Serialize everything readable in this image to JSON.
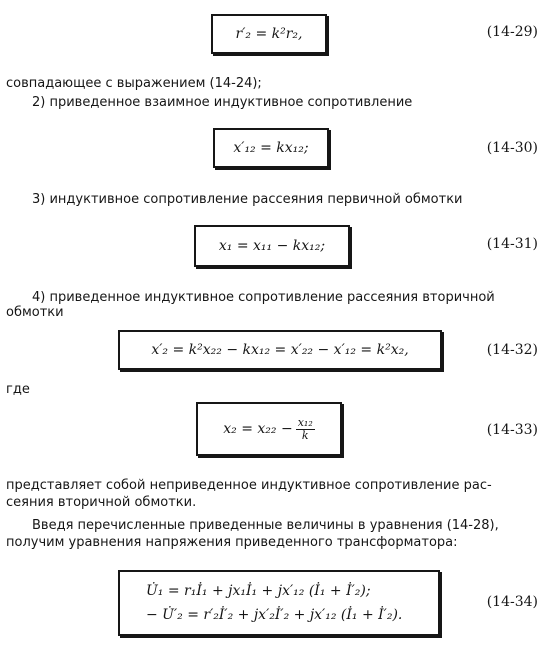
{
  "eq_1429": {
    "formula": "r′₂ = k²r₂,",
    "number": "(14-29)"
  },
  "text_after_1429": "совпадающее с выражением (14-24);",
  "item_2": "2) приведенное взаимное индуктивное сопротивление",
  "eq_1430": {
    "formula": "x′₁₂ = kx₁₂;",
    "number": "(14-30)"
  },
  "item_3": "3) индуктивное сопротивление рассеяния первичной обмотки",
  "eq_1431": {
    "formula": "x₁ = x₁₁ − kx₁₂;",
    "number": "(14-31)"
  },
  "item_4_line1": "4) приведенное индуктивное сопротивление рассеяния вторичной",
  "item_4_line2": "обмотки",
  "eq_1432": {
    "formula": "x′₂ = k²x₂₂ − kx₁₂ = x′₂₂ − x′₁₂ = k²x₂,",
    "number": "(14-32)"
  },
  "where": "где",
  "eq_1433": {
    "lhs": "x₂ = x₂₂ −",
    "frac_num": "x₁₂",
    "frac_den": "k",
    "number": "(14-33)"
  },
  "para_1_line1": "представляет собой неприведенное индуктивное сопротивление рас-",
  "para_1_line2": "сеяния вторичной обмотки.",
  "para_2_line1": "Введя перечисленные приведенные величины в уравнения (14-28),",
  "para_2_line2": "получим уравнения напряжения приведенного трансформатора:",
  "eq_1434": {
    "line1": "U̇₁ = r₁İ₁ + jx₁İ₁ + jx′₁₂ (İ₁ + İ′₂);",
    "line2": "− U̇′₂ = r′₂İ′₂ + jx′₂İ′₂ + jx′₁₂ (İ₁ + İ′₂).",
    "number": "(14-34)"
  }
}
